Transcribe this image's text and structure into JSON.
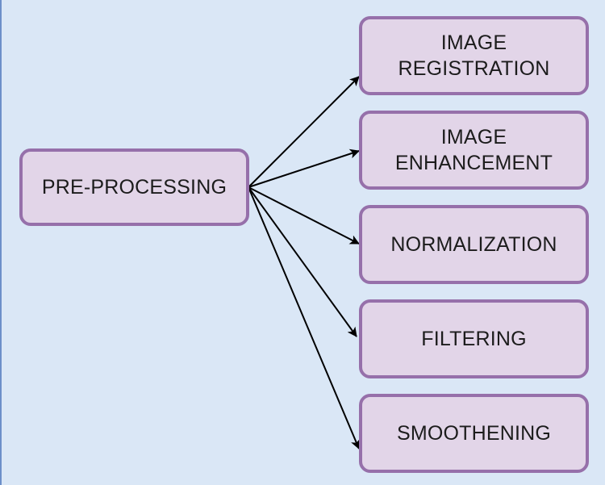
{
  "diagram": {
    "root": {
      "line1": "PRE-PROCESSING"
    },
    "children": [
      {
        "line1": "IMAGE",
        "line2": "REGISTRATION"
      },
      {
        "line1": "IMAGE",
        "line2": "ENHANCEMENT"
      },
      {
        "line1": "NORMALIZATION"
      },
      {
        "line1": "FILTERING"
      },
      {
        "line1": "SMOOTHENING"
      }
    ],
    "colors": {
      "background": "#dae7f6",
      "node_fill": "#e2d5e8",
      "node_border": "#9670aa",
      "arrow": "#000000"
    }
  }
}
